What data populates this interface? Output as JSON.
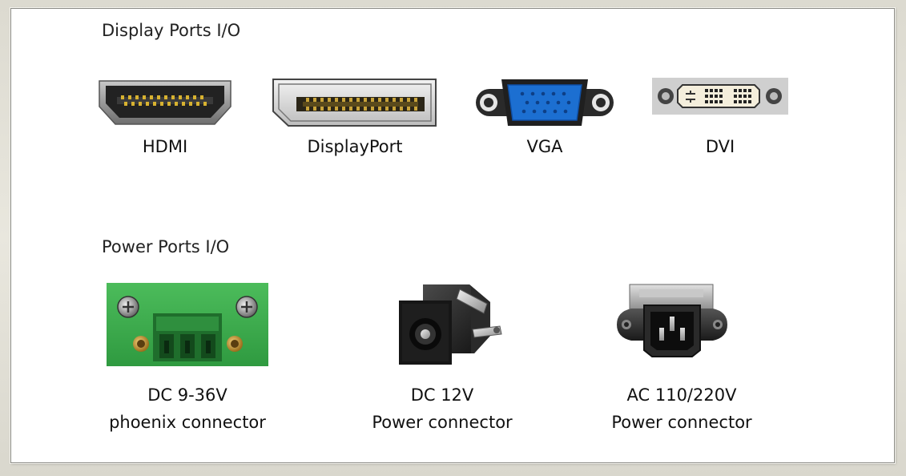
{
  "display_section": {
    "heading": "Display Ports I/O",
    "ports": [
      {
        "label": "HDMI",
        "icon": "hdmi-port-icon"
      },
      {
        "label": "DisplayPort",
        "icon": "displayport-port-icon"
      },
      {
        "label": "VGA",
        "icon": "vga-port-icon"
      },
      {
        "label": "DVI",
        "icon": "dvi-port-icon"
      }
    ]
  },
  "power_section": {
    "heading": "Power Ports I/O",
    "ports": [
      {
        "line1": "DC 9-36V",
        "line2": "phoenix connector",
        "icon": "phoenix-connector-icon"
      },
      {
        "line1": "DC 12V",
        "line2": "Power connector",
        "icon": "dc-barrel-jack-icon"
      },
      {
        "line1": "AC 110/220V",
        "line2": "Power connector",
        "icon": "iec-ac-inlet-icon"
      }
    ]
  },
  "colors": {
    "vga_blue": "#1c6fd1",
    "phoenix_green": "#38a84a",
    "gold_pin": "#d8b230"
  }
}
